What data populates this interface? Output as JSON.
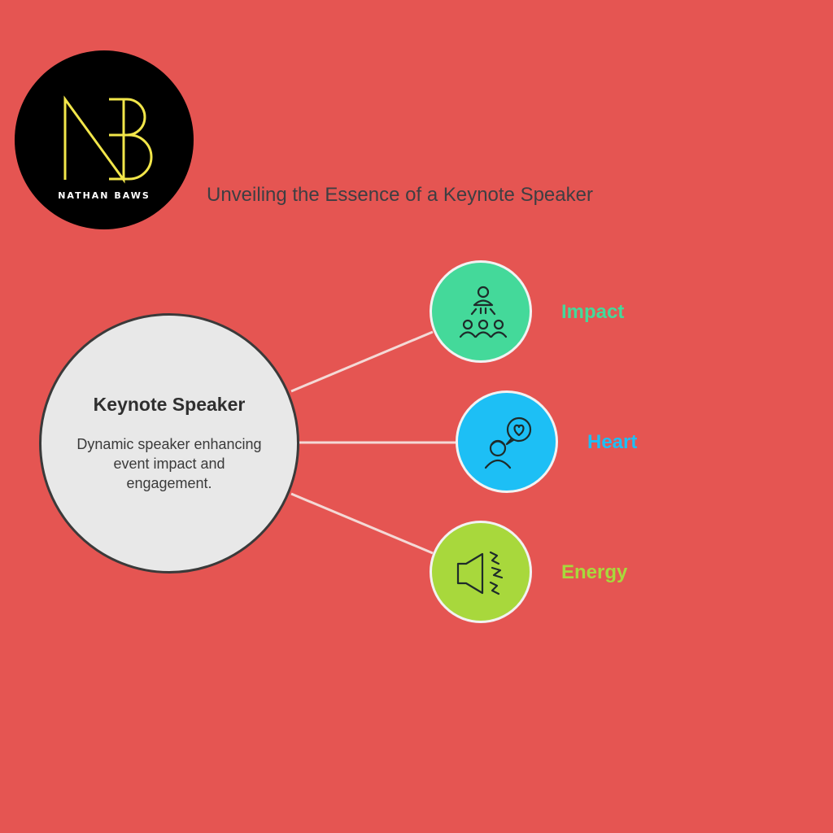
{
  "logo": {
    "monogram": "NB",
    "name": "NATHAN BAWS",
    "accent_color": "#f2e64a",
    "background_color": "#000000"
  },
  "diagram": {
    "title": "Unveiling the Essence of a Keynote Speaker",
    "background_color": "#e55552",
    "connector_color": "#f4d9d6",
    "center": {
      "title": "Keynote Speaker",
      "description": "Dynamic speaker enhancing event impact and engagement.",
      "fill_color": "#e8e8e8"
    },
    "branches": [
      {
        "label": "Impact",
        "icon": "audience-spotlight-icon",
        "color": "#44d99a"
      },
      {
        "label": "Heart",
        "icon": "person-speech-heart-icon",
        "color": "#1dbff5"
      },
      {
        "label": "Energy",
        "icon": "speaker-sound-waves-icon",
        "color": "#a8d83c"
      }
    ]
  }
}
